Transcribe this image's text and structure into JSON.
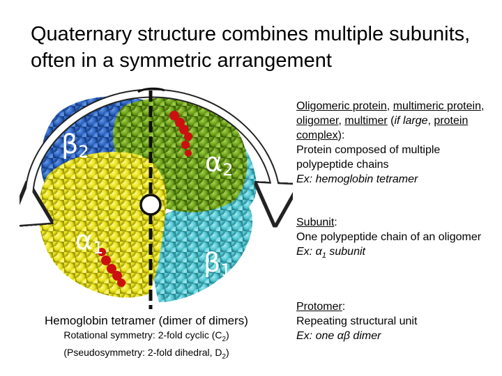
{
  "title": "Quaternary structure combines multiple subunits, often in a symmetric arrangement",
  "figure": {
    "labels": {
      "beta2": {
        "sym": "β",
        "sub": "2"
      },
      "alpha2": {
        "sym": "α",
        "sub": "2"
      },
      "alpha1": {
        "sym": "α",
        "sub": "1"
      },
      "beta1": {
        "sym": "β",
        "sub": "1"
      }
    },
    "colors": {
      "blue": "#2f67c4",
      "green": "#6ea21a",
      "yellow": "#e8e21c",
      "cyan": "#52c6d2",
      "red": "#cc1010"
    }
  },
  "caption": {
    "main": "Hemoglobin tetramer (dimer of dimers)",
    "line1_pre": "Rotational symmetry: 2-fold cyclic (C",
    "line1_sub": "2",
    "line1_post": ")",
    "line2_pre": "(Pseudosymmetry: 2-fold dihedral, D",
    "line2_sub": "2",
    "line2_post": ")"
  },
  "definitions": {
    "oligomer": {
      "term1": "Oligomeric protein",
      "sep1": ", ",
      "term2": "multimeric protein",
      "sep2": ", ",
      "term3": "oligomer",
      "sep3": ", ",
      "term4": "multimer",
      "paren_open": " (",
      "if_large": "if large",
      "sep4": ", ",
      "term5": "protein complex",
      "paren_close": "):",
      "desc": "Protein composed of multiple polypeptide chains",
      "example": "Ex: hemoglobin tetramer"
    },
    "subunit": {
      "term": "Subunit",
      "colon": ":",
      "desc": "One polypeptide chain of an oligomer",
      "example_pre": "Ex: α",
      "example_sub": "1",
      "example_post": " subunit"
    },
    "protomer": {
      "term": "Protomer",
      "colon": ":",
      "desc": "Repeating structural unit",
      "example": "Ex: one αβ dimer"
    }
  }
}
